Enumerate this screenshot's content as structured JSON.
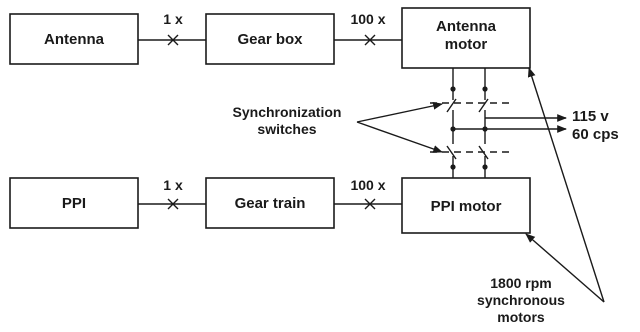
{
  "blocks": {
    "antenna": "Antenna",
    "gear_box": "Gear box",
    "antenna_motor": [
      "Antenna",
      "motor"
    ],
    "ppi": "PPI",
    "gear_train": "Gear train",
    "ppi_motor": "PPI motor"
  },
  "ratios": {
    "antenna_to_gearbox": "1 x",
    "gearbox_to_motor": "100 x",
    "ppi_to_geartrain": "1 x",
    "geartrain_to_motor": "100 x"
  },
  "annotations": {
    "sync_switches": [
      "Synchronization",
      "switches"
    ],
    "supply": [
      "115 v",
      "60 cps"
    ],
    "sync_motors": [
      "1800 rpm",
      "synchronous",
      "motors"
    ]
  }
}
